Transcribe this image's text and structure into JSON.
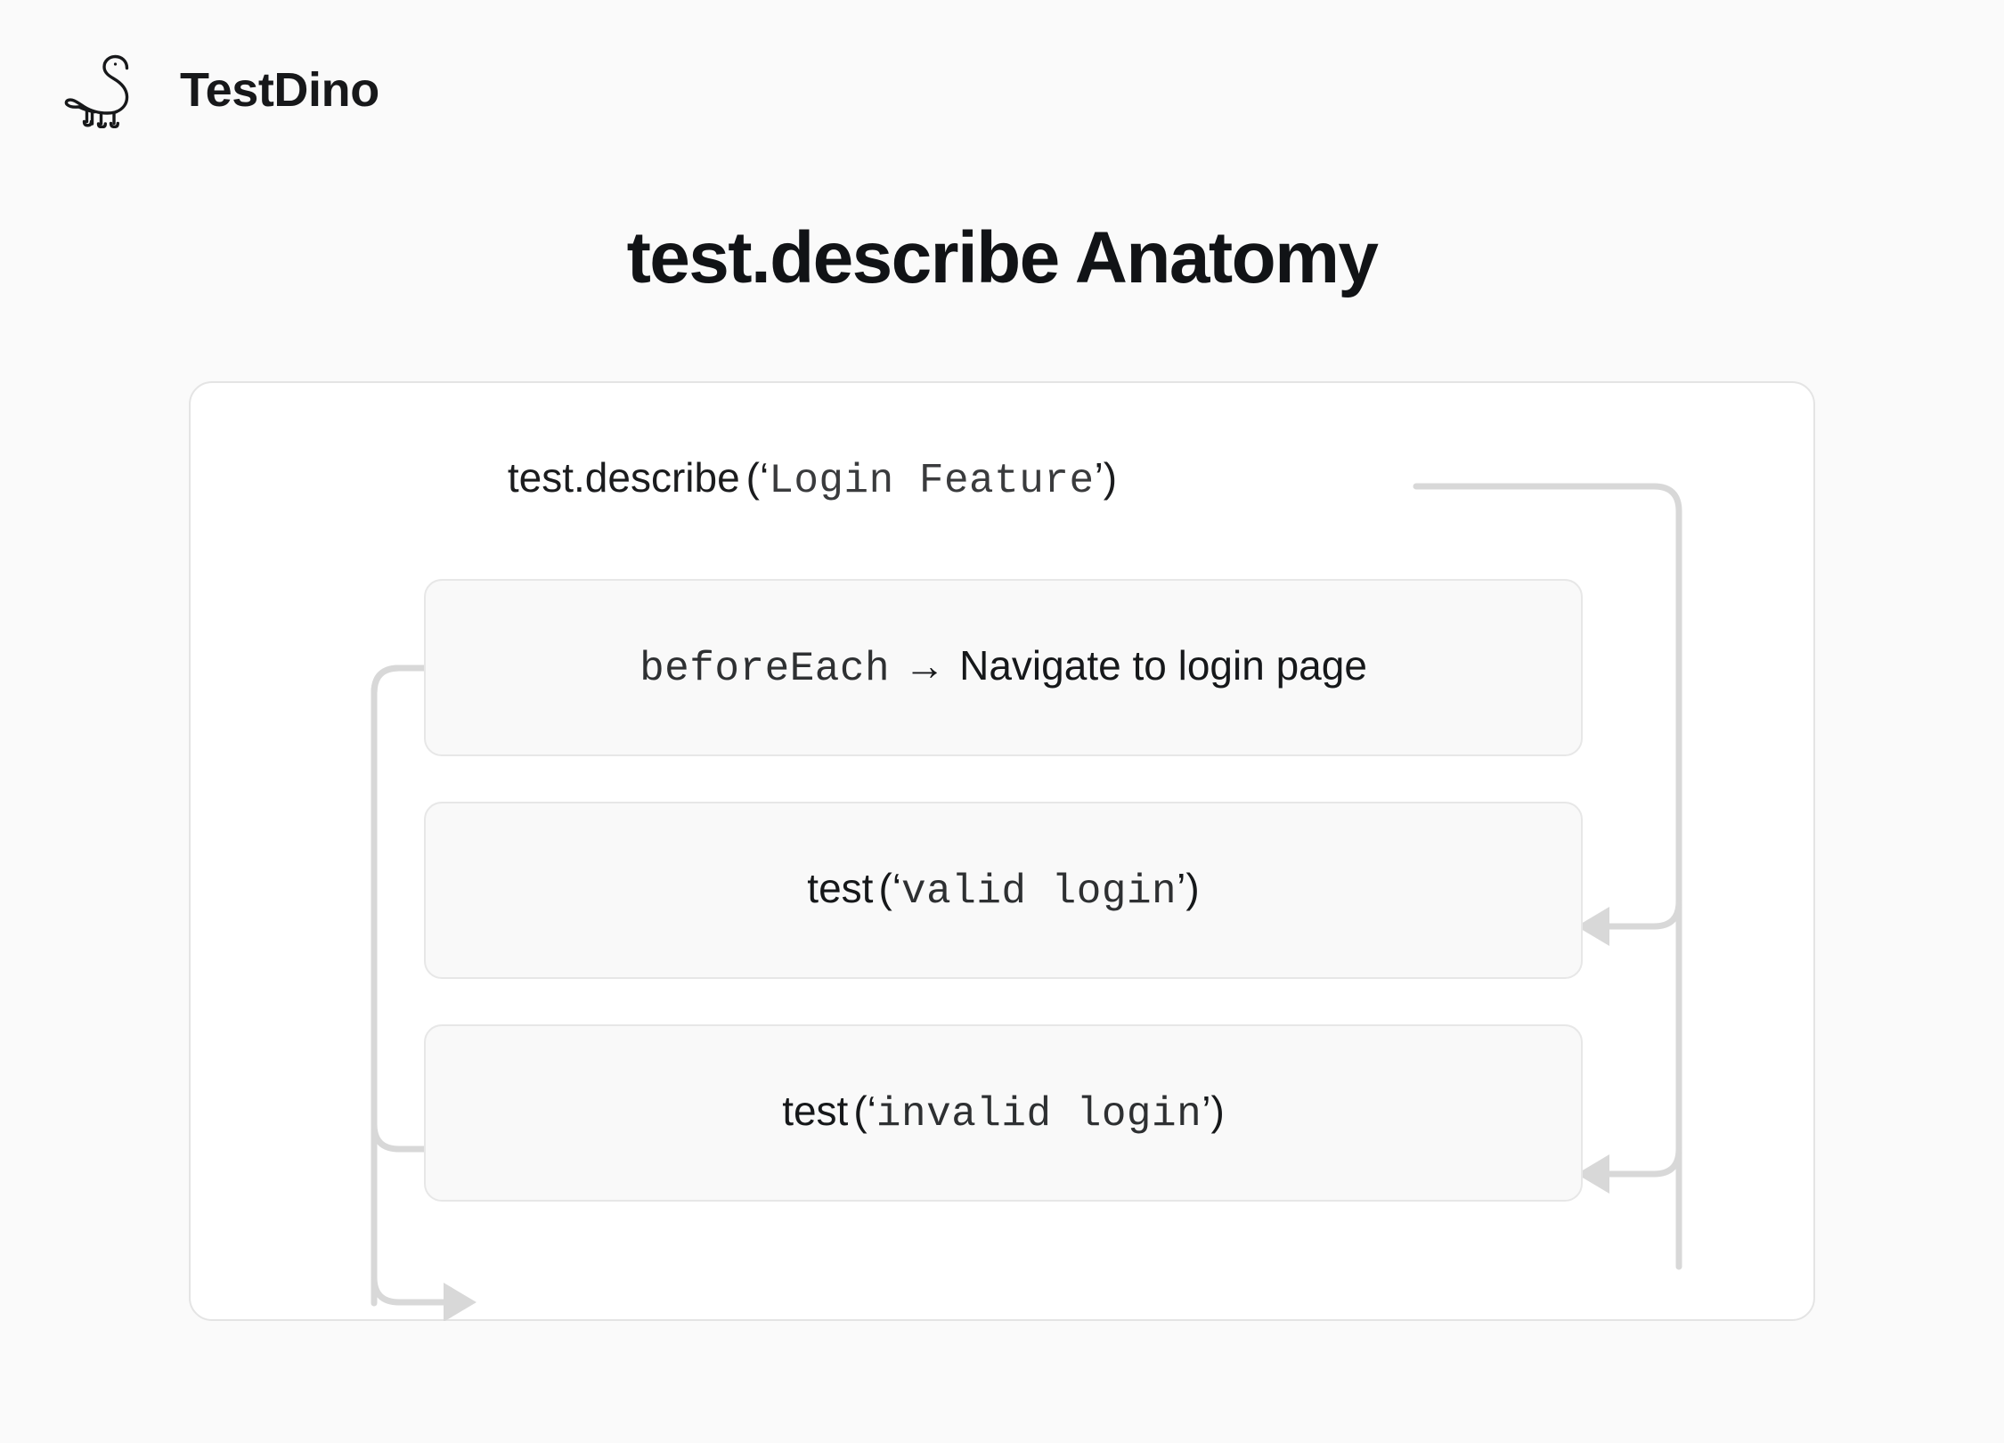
{
  "brand": {
    "name": "TestDino",
    "logo_icon": "dinosaur-icon"
  },
  "header": {
    "title": "test.describe Anatomy"
  },
  "diagram": {
    "describe": {
      "fn": "test.describe",
      "open": "(‘",
      "arg": "Login Feature",
      "close": "’)"
    },
    "steps": [
      {
        "id": "before-each",
        "mono": "beforeEach",
        "separator": "→",
        "sans": "Navigate to login page",
        "kind": "hook"
      },
      {
        "id": "test-valid-login",
        "mono": "test",
        "open": "(‘",
        "arg": "valid login",
        "close": "’)",
        "kind": "test"
      },
      {
        "id": "test-invalid-login",
        "mono": "test",
        "open": "(‘",
        "arg": "invalid login",
        "close": "’)",
        "kind": "test"
      }
    ],
    "connectors": {
      "describe_to_steps": [
        "before-each",
        "test-valid-login"
      ],
      "beforeeach_to_tests": [
        "test-valid-login",
        "test-invalid-login"
      ]
    }
  },
  "colors": {
    "page_background": "#fafafa",
    "card_background": "#ffffff",
    "card_border": "#e4e4e4",
    "box_background": "#f9f9f9",
    "box_border": "#e7e7e7",
    "connector": "#d8d8d8",
    "text_primary": "#16181a",
    "text_mono": "#2e3032"
  }
}
